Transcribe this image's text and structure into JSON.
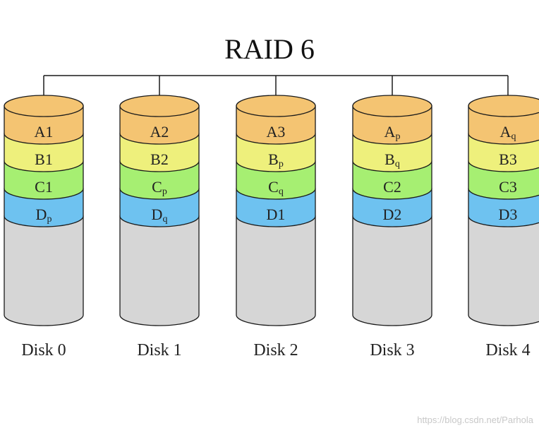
{
  "title": "RAID 6",
  "colors": {
    "A": "#f4c472",
    "B": "#eef07c",
    "C": "#a6ef72",
    "D": "#6ec2f0",
    "empty": "#d6d6d6",
    "outline": "#1a1a1a"
  },
  "disks": [
    {
      "label": "Disk 0",
      "blocks": [
        {
          "row": "A",
          "main": "A",
          "sub": "",
          "num": "1"
        },
        {
          "row": "B",
          "main": "B",
          "sub": "",
          "num": "1"
        },
        {
          "row": "C",
          "main": "C",
          "sub": "",
          "num": "1"
        },
        {
          "row": "D",
          "main": "D",
          "sub": "p",
          "num": ""
        }
      ]
    },
    {
      "label": "Disk 1",
      "blocks": [
        {
          "row": "A",
          "main": "A",
          "sub": "",
          "num": "2"
        },
        {
          "row": "B",
          "main": "B",
          "sub": "",
          "num": "2"
        },
        {
          "row": "C",
          "main": "C",
          "sub": "p",
          "num": ""
        },
        {
          "row": "D",
          "main": "D",
          "sub": "q",
          "num": ""
        }
      ]
    },
    {
      "label": "Disk 2",
      "blocks": [
        {
          "row": "A",
          "main": "A",
          "sub": "",
          "num": "3"
        },
        {
          "row": "B",
          "main": "B",
          "sub": "p",
          "num": ""
        },
        {
          "row": "C",
          "main": "C",
          "sub": "q",
          "num": ""
        },
        {
          "row": "D",
          "main": "D",
          "sub": "",
          "num": "1"
        }
      ]
    },
    {
      "label": "Disk 3",
      "blocks": [
        {
          "row": "A",
          "main": "A",
          "sub": "p",
          "num": ""
        },
        {
          "row": "B",
          "main": "B",
          "sub": "q",
          "num": ""
        },
        {
          "row": "C",
          "main": "C",
          "sub": "",
          "num": "2"
        },
        {
          "row": "D",
          "main": "D",
          "sub": "",
          "num": "2"
        }
      ]
    },
    {
      "label": "Disk 4",
      "blocks": [
        {
          "row": "A",
          "main": "A",
          "sub": "q",
          "num": ""
        },
        {
          "row": "B",
          "main": "B",
          "sub": "",
          "num": "3"
        },
        {
          "row": "C",
          "main": "C",
          "sub": "",
          "num": "3"
        },
        {
          "row": "D",
          "main": "D",
          "sub": "",
          "num": "3"
        }
      ]
    }
  ],
  "watermark": "https://blog.csdn.net/Parhola"
}
